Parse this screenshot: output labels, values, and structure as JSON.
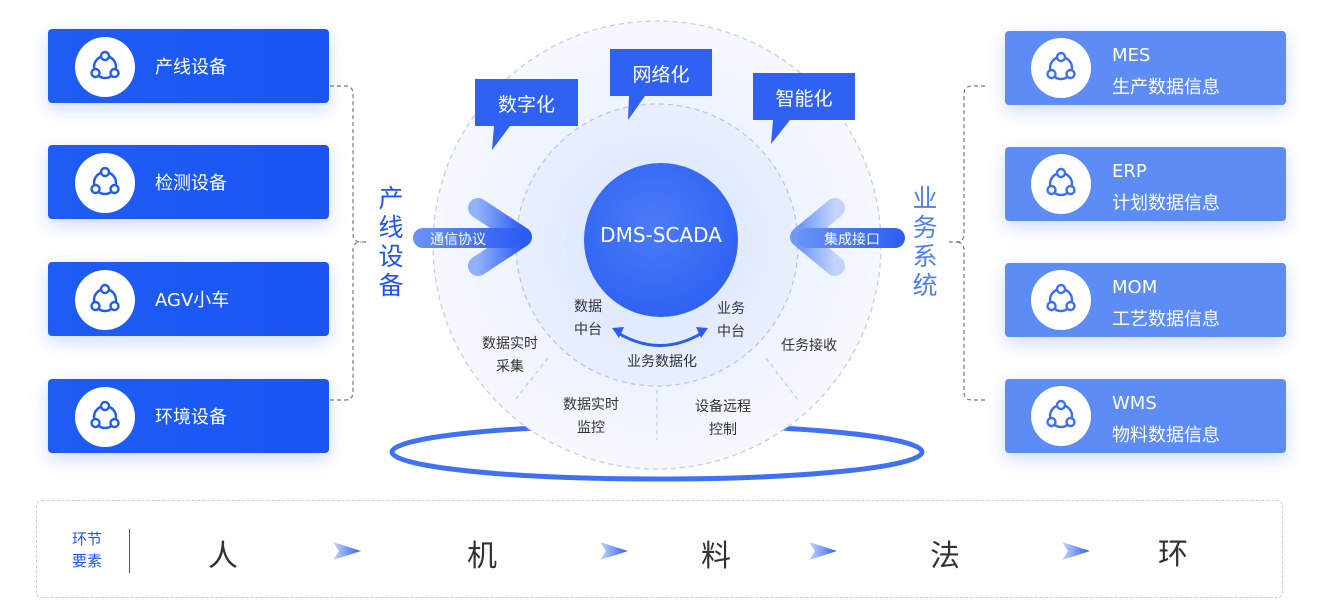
{
  "left_devices": [
    {
      "label": "产线设备",
      "icon": "network-node-icon"
    },
    {
      "label": "检测设备",
      "icon": "network-node-icon"
    },
    {
      "label": "AGV小车",
      "icon": "network-node-icon"
    },
    {
      "label": "环境设备",
      "icon": "network-node-icon"
    }
  ],
  "right_systems": [
    {
      "name": "MES",
      "desc": "生产数据信息",
      "icon": "network-node-icon"
    },
    {
      "name": "ERP",
      "desc": "计划数据信息",
      "icon": "network-node-icon"
    },
    {
      "name": "MOM",
      "desc": "工艺数据信息",
      "icon": "network-node-icon"
    },
    {
      "name": "WMS",
      "desc": "物料数据信息",
      "icon": "network-node-icon"
    }
  ],
  "left_group_label": "产线设备",
  "right_group_label": "业务系统",
  "center": {
    "core": "DMS-SCADA",
    "bubbles": [
      "数字化",
      "网络化",
      "智能化"
    ],
    "left_arrow_label": "通信协议",
    "right_arrow_label": "集成接口",
    "data_center": "数据中台",
    "business_center": "业务中台",
    "digitization": "业务数据化",
    "ring_left": "数据实时采集",
    "ring_right": "任务接收",
    "ring_bottom_left": "数据实时监控",
    "ring_bottom_right": "设备远程控制"
  },
  "elements": {
    "title": "环节要素",
    "items": [
      "人",
      "机",
      "料",
      "法",
      "环"
    ]
  },
  "colors": {
    "primary": "#1f5cf4",
    "secondary": "#5d8cf5",
    "ring": "#eef3fe",
    "core": "#3a6ff6"
  }
}
